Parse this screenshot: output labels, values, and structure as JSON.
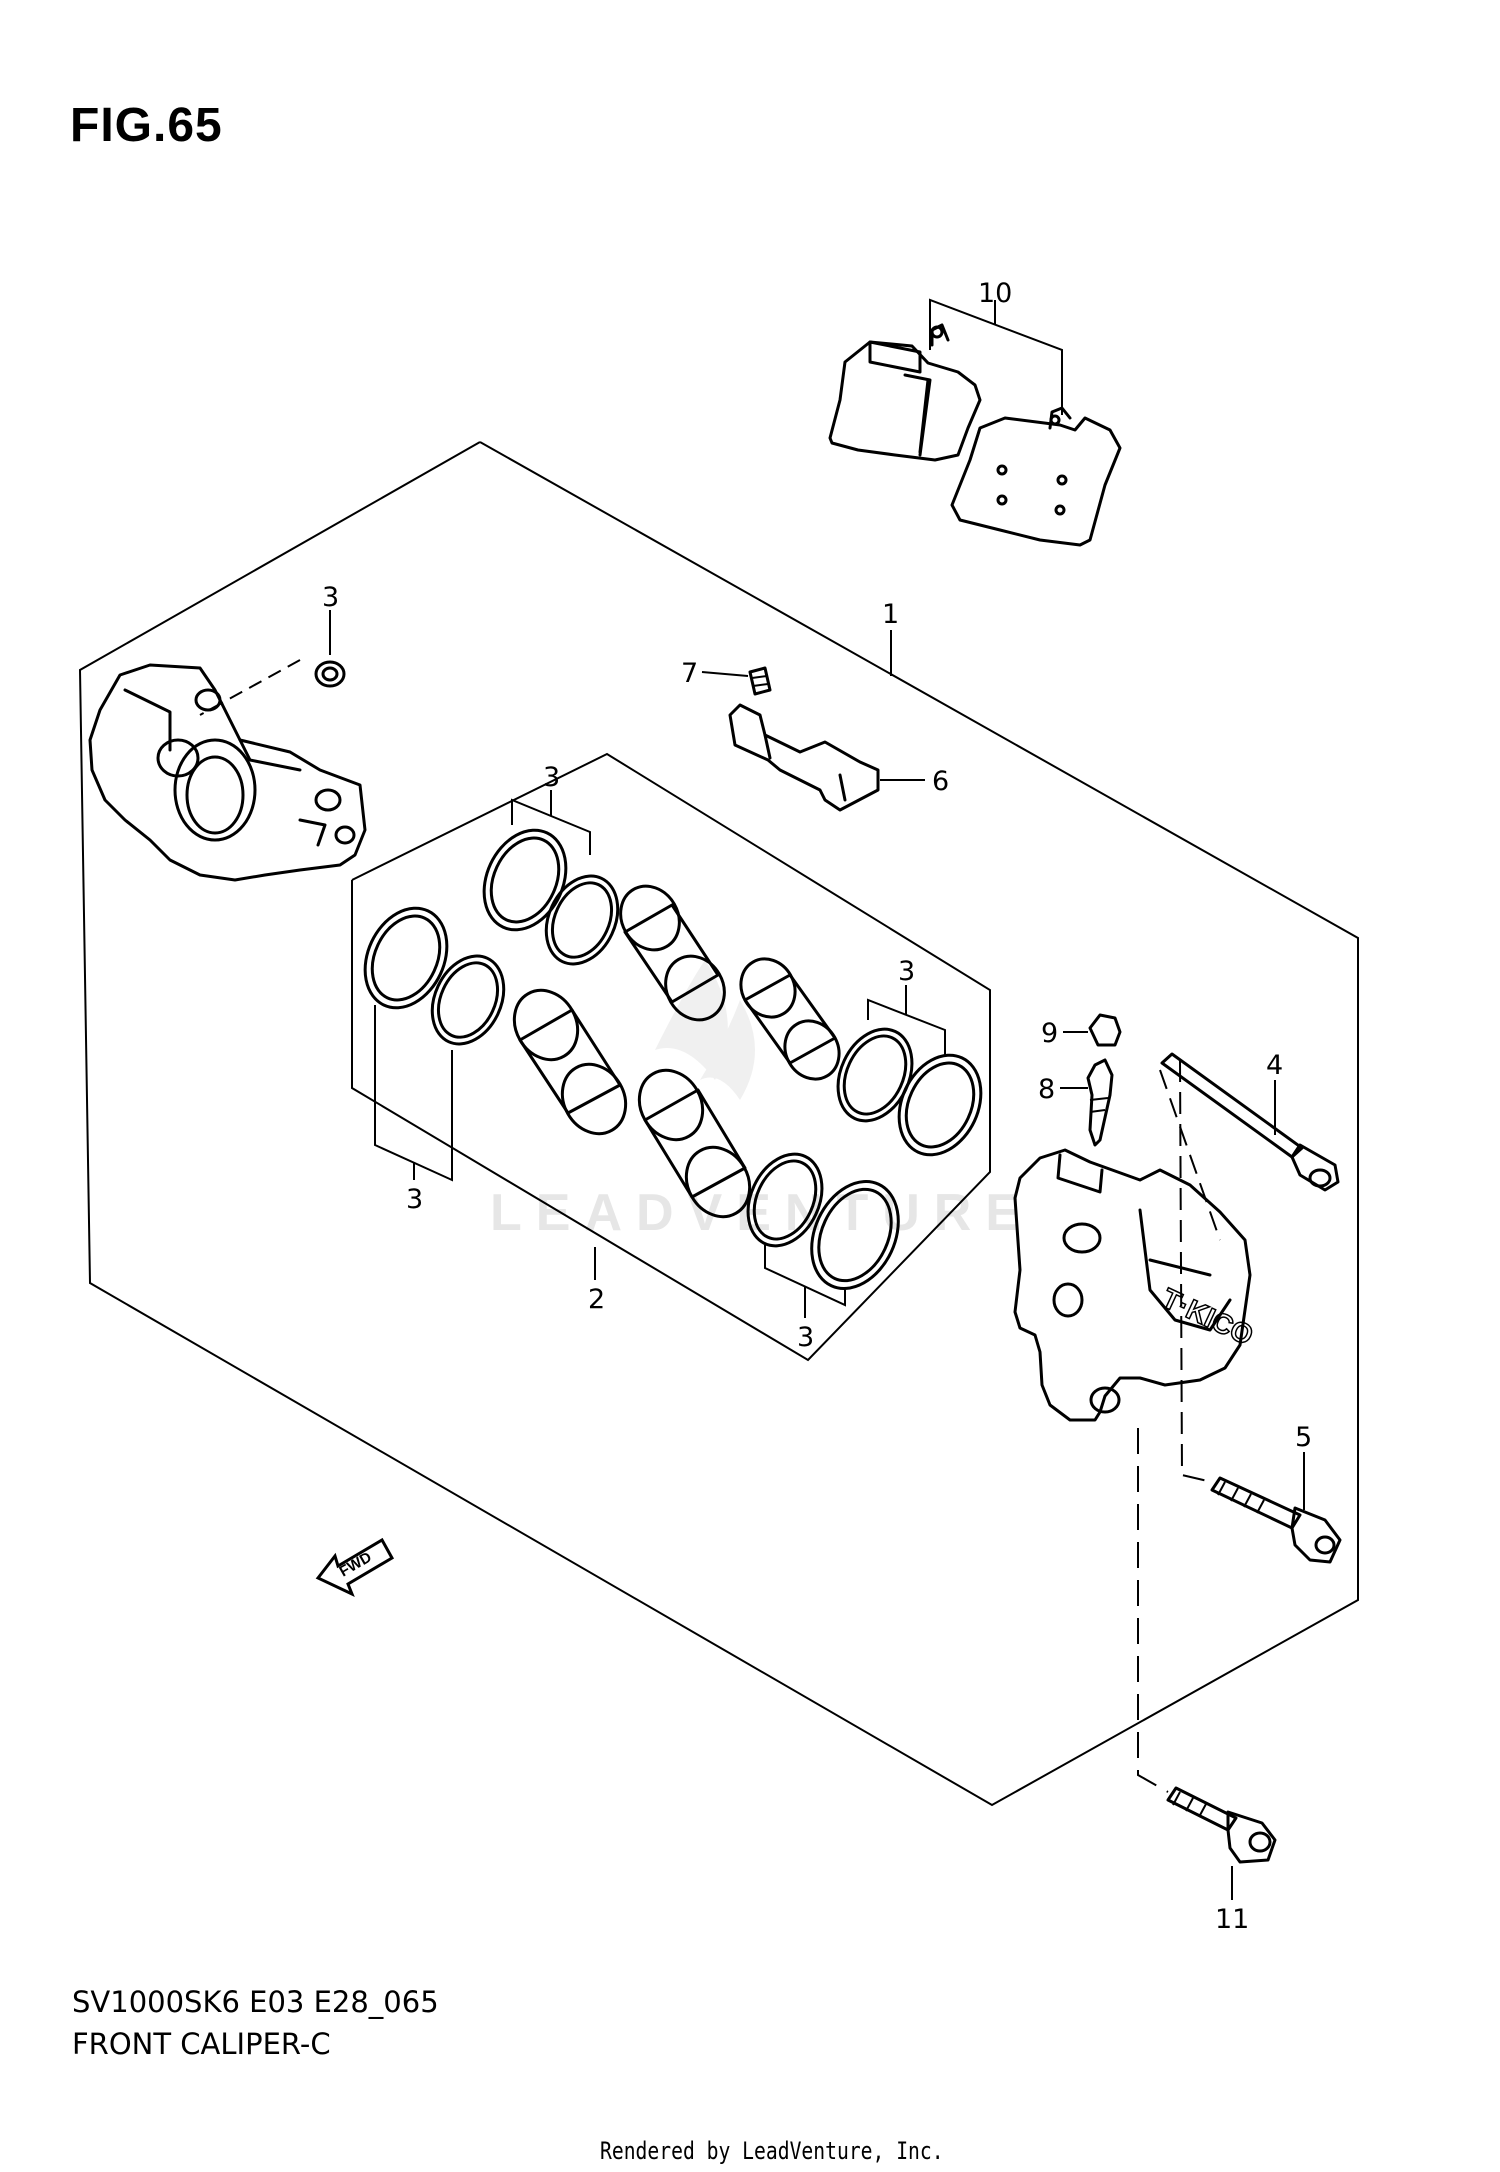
{
  "figure": {
    "title": "FIG.65"
  },
  "labels": {
    "l1": "1",
    "l2": "2",
    "l3a": "3",
    "l3b": "3",
    "l3c": "3",
    "l3d": "3",
    "l3e": "3",
    "l4": "4",
    "l5": "5",
    "l6": "6",
    "l7": "7",
    "l8": "8",
    "l9": "9",
    "l10": "10",
    "l11": "11"
  },
  "fwd_arrow": {
    "text": "FWD"
  },
  "watermark": {
    "text": "LEADVENTURE"
  },
  "footer": {
    "code": "SV1000SK6 E03 E28_065",
    "name": "FRONT CALIPER-C",
    "credit": "Rendered by LeadVenture, Inc."
  }
}
